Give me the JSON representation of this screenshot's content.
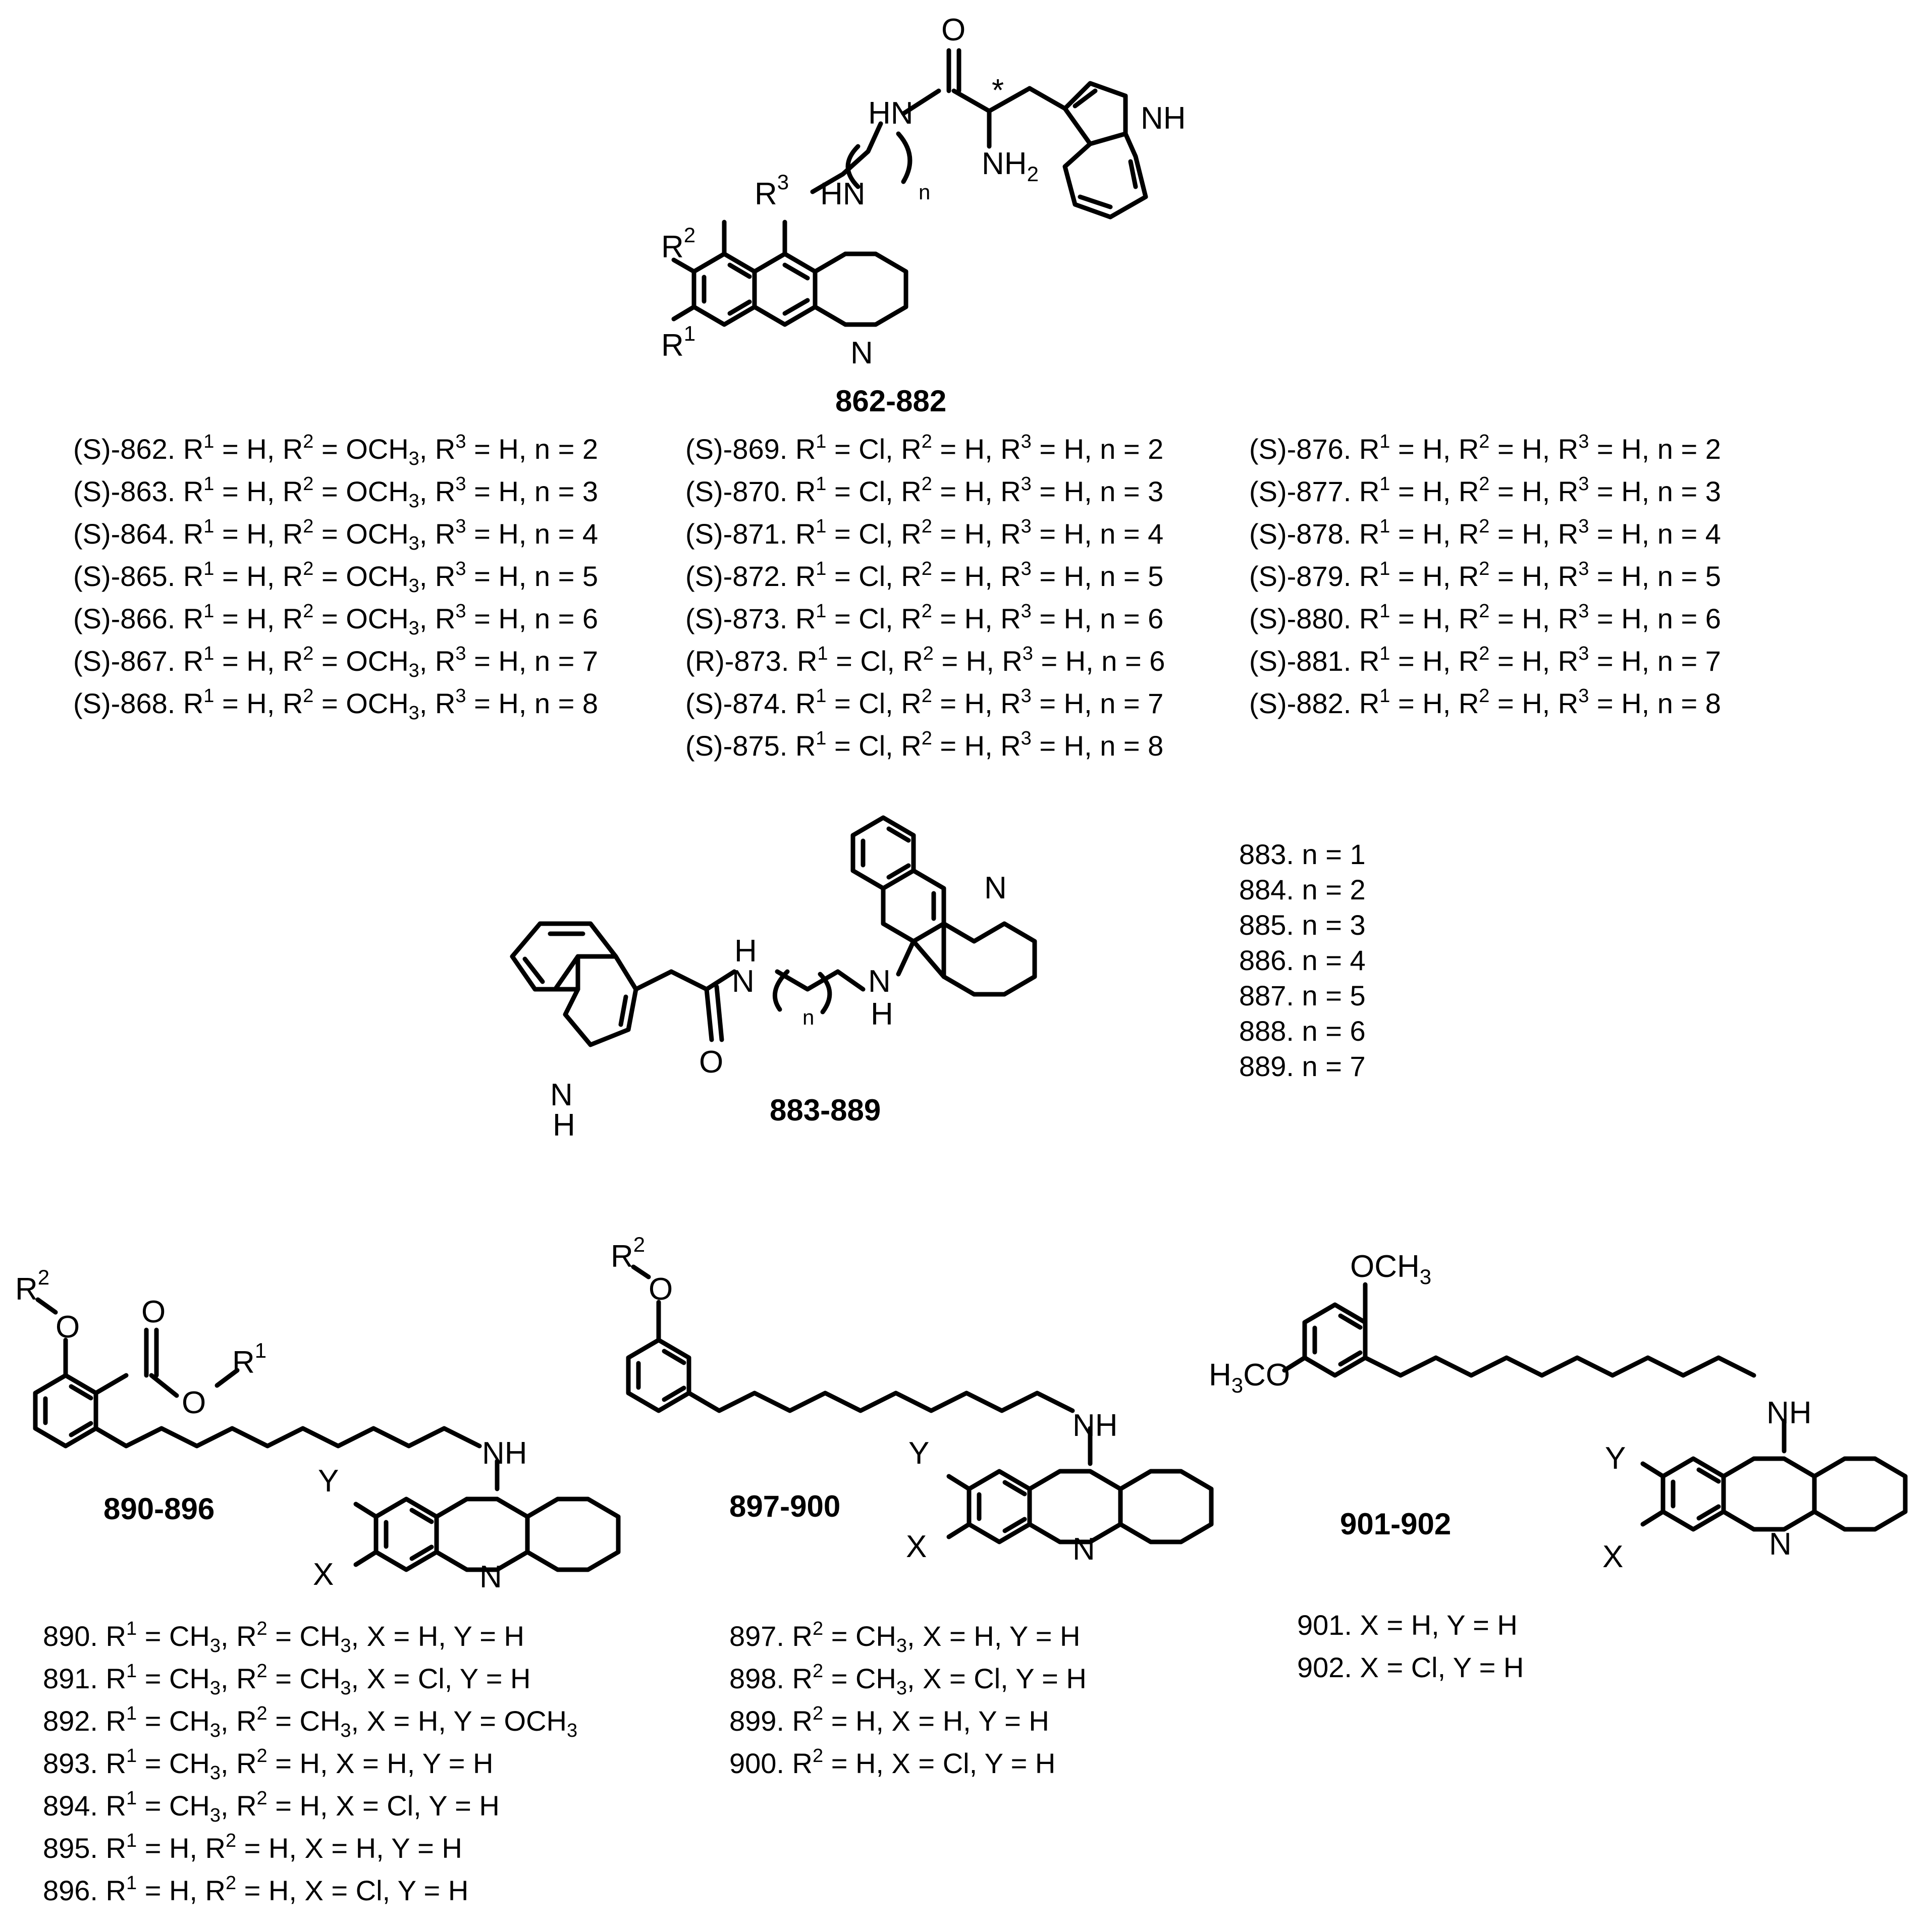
{
  "series_labels": {
    "s1": "862-882",
    "s2": "883-889",
    "s3": "890-896",
    "s4": "897-900",
    "s5": "901-902"
  },
  "structure1": {
    "O": "O",
    "star": "*",
    "HN_amide": "HN",
    "NH_indole": "NH",
    "NH2": "NH",
    "NH2_sub": "2",
    "HN_link": "HN",
    "n": "n",
    "R3": "R",
    "R3_sup": "3",
    "R2": "R",
    "R2_sup": "2",
    "R1": "R",
    "R1_sup": "1",
    "N": "N"
  },
  "structure2": {
    "N_acr": "N",
    "H_amide": "H",
    "N_amide": "N",
    "n": "n",
    "N_amine": "N",
    "H_amine": "H",
    "O": "O",
    "N_indole": "N",
    "H_indole": "H"
  },
  "structure3": {
    "R2": "R",
    "R2_sup": "2",
    "O_ether": "O",
    "O_carbonyl": "O",
    "O_ester": "O",
    "R1": "R",
    "R1_sup": "1",
    "NH": "NH",
    "Y": "Y",
    "X": "X",
    "N": "N"
  },
  "structure4": {
    "R2": "R",
    "R2_sup": "2",
    "O": "O",
    "NH": "NH",
    "Y": "Y",
    "X": "X",
    "N": "N"
  },
  "structure5": {
    "OCH3_top": "OCH",
    "OCH3_top_sub": "3",
    "H3CO": "H",
    "H3CO_sub": "3",
    "H3CO_rest": "CO",
    "NH": "NH",
    "Y": "Y",
    "X": "X",
    "N": "N"
  },
  "list_862_868": [
    {
      "id": "(S)-862.",
      "n": "2"
    },
    {
      "id": "(S)-863.",
      "n": "3"
    },
    {
      "id": "(S)-864.",
      "n": "4"
    },
    {
      "id": "(S)-865.",
      "n": "5"
    },
    {
      "id": "(S)-866.",
      "n": "6"
    },
    {
      "id": "(S)-867.",
      "n": "7"
    },
    {
      "id": "(S)-868.",
      "n": "8"
    }
  ],
  "list_869_875": [
    {
      "id": "(S)-869.",
      "n": "2"
    },
    {
      "id": "(S)-870.",
      "n": "3"
    },
    {
      "id": "(S)-871.",
      "n": "4"
    },
    {
      "id": "(S)-872.",
      "n": "5"
    },
    {
      "id": "(S)-873.",
      "n": "6"
    },
    {
      "id": "(R)-873.",
      "n": "6"
    },
    {
      "id": "(S)-874.",
      "n": "7"
    },
    {
      "id": "(S)-875.",
      "n": "8"
    }
  ],
  "list_876_882": [
    {
      "id": "(S)-876.",
      "n": "2"
    },
    {
      "id": "(S)-877.",
      "n": "3"
    },
    {
      "id": "(S)-878.",
      "n": "4"
    },
    {
      "id": "(S)-879.",
      "n": "5"
    },
    {
      "id": "(S)-880.",
      "n": "6"
    },
    {
      "id": "(S)-881.",
      "n": "7"
    },
    {
      "id": "(S)-882.",
      "n": "8"
    }
  ],
  "list_883_889": [
    "883. n = 1",
    "884. n = 2",
    "885. n = 3",
    "886. n = 4",
    "887. n = 5",
    "888. n = 6",
    "889. n = 7"
  ],
  "list_890_896": [
    {
      "id": "890.",
      "r1": "CH",
      "r1_sub": "3",
      "r2": "CH",
      "r2_sub": "3",
      "x": "H",
      "y": "H",
      "y_sub": ""
    },
    {
      "id": "891.",
      "r1": "CH",
      "r1_sub": "3",
      "r2": "CH",
      "r2_sub": "3",
      "x": "Cl",
      "y": "H",
      "y_sub": ""
    },
    {
      "id": "892.",
      "r1": "CH",
      "r1_sub": "3",
      "r2": "CH",
      "r2_sub": "3",
      "x": "H",
      "y": "OCH",
      "y_sub": "3"
    },
    {
      "id": "893.",
      "r1": "CH",
      "r1_sub": "3",
      "r2": "H",
      "r2_sub": "",
      "x": "H",
      "y": "H",
      "y_sub": ""
    },
    {
      "id": "894.",
      "r1": "CH",
      "r1_sub": "3",
      "r2": "H",
      "r2_sub": "",
      "x": "Cl",
      "y": "H",
      "y_sub": ""
    },
    {
      "id": "895.",
      "r1": "H",
      "r1_sub": "",
      "r2": "H",
      "r2_sub": "",
      "x": "H",
      "y": "H",
      "y_sub": ""
    },
    {
      "id": "896.",
      "r1": "H",
      "r1_sub": "",
      "r2": "H",
      "r2_sub": "",
      "x": "Cl",
      "y": "H",
      "y_sub": ""
    }
  ],
  "list_897_900": [
    {
      "id": "897.",
      "r2": "CH",
      "r2_sub": "3",
      "x": "H",
      "y": "H"
    },
    {
      "id": "898.",
      "r2": "CH",
      "r2_sub": "3",
      "x": "Cl",
      "y": "H"
    },
    {
      "id": "899.",
      "r2": "H",
      "r2_sub": "",
      "x": "H",
      "y": "H"
    },
    {
      "id": "900.",
      "r2": "H",
      "r2_sub": "",
      "x": "Cl",
      "y": "H"
    }
  ],
  "list_901_902": [
    "901. X = H, Y = H",
    "902. X = Cl, Y = H"
  ]
}
